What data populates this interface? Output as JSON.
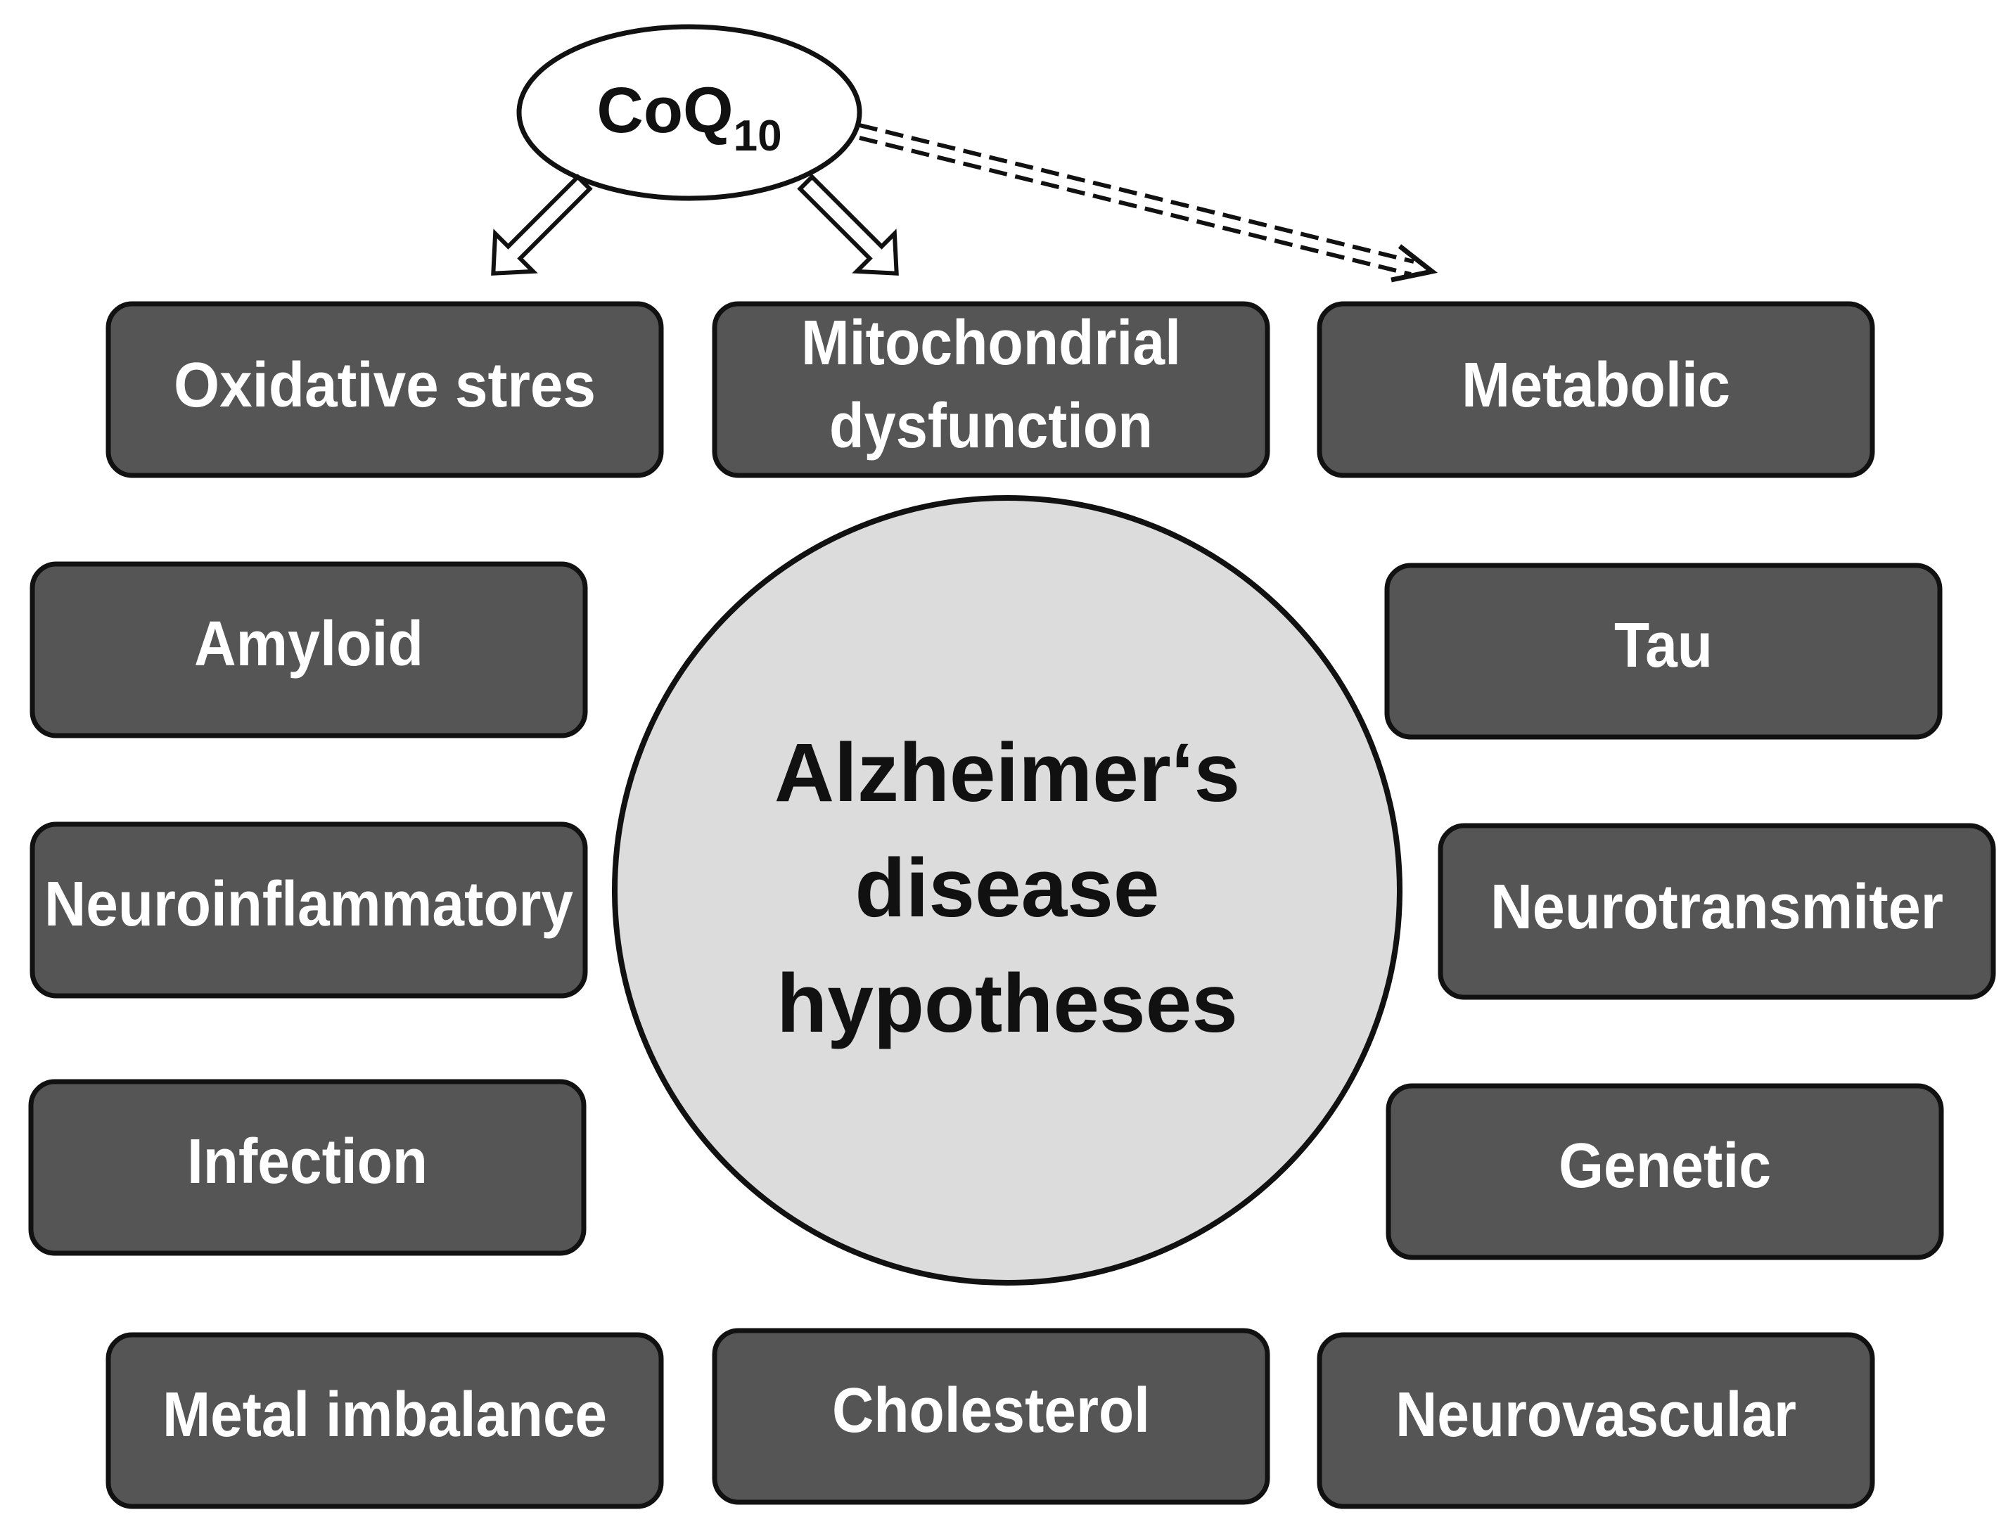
{
  "center": {
    "lines": [
      "Alzheimer‘s",
      "disease",
      "hypotheses"
    ]
  },
  "source": {
    "label": "CoQ",
    "subscript": "10"
  },
  "hypotheses": [
    {
      "id": "oxidative-stress",
      "lines": [
        "Oxidative stres"
      ]
    },
    {
      "id": "mitochondrial-dysfunction",
      "lines": [
        "Mitochondrial",
        "dysfunction"
      ]
    },
    {
      "id": "metabolic",
      "lines": [
        "Metabolic"
      ]
    },
    {
      "id": "amyloid",
      "lines": [
        "Amyloid"
      ]
    },
    {
      "id": "tau",
      "lines": [
        "Tau"
      ]
    },
    {
      "id": "neuroinflammatory",
      "lines": [
        "Neuroinflammatory"
      ]
    },
    {
      "id": "neurotransmiter",
      "lines": [
        "Neurotransmiter"
      ]
    },
    {
      "id": "infection",
      "lines": [
        "Infection"
      ]
    },
    {
      "id": "genetic",
      "lines": [
        "Genetic"
      ]
    },
    {
      "id": "metal-imbalance",
      "lines": [
        "Metal imbalance"
      ]
    },
    {
      "id": "cholesterol",
      "lines": [
        "Cholesterol"
      ]
    },
    {
      "id": "neurovascular",
      "lines": [
        "Neurovascular"
      ]
    }
  ],
  "links": [
    {
      "from": "source",
      "to": "oxidative-stress",
      "style": "solid-hollow"
    },
    {
      "from": "source",
      "to": "mitochondrial-dysfunction",
      "style": "solid-hollow"
    },
    {
      "from": "source",
      "to": "metabolic",
      "style": "dashed"
    }
  ],
  "colors": {
    "box_fill": "#555555",
    "box_stroke": "#111111",
    "box_text": "#ffffff",
    "circle_fill": "#dcdcdc",
    "ellipse_fill": "#ffffff",
    "stroke": "#111111"
  }
}
